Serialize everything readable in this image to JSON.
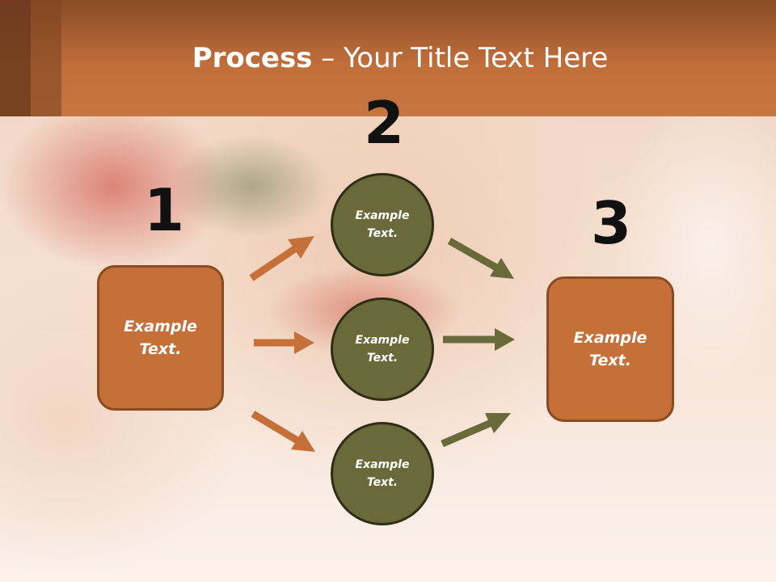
{
  "title": {
    "bold": "Process",
    "rest": " – Your Title Text Here"
  },
  "steps": {
    "one": "1",
    "two": "2",
    "three": "3"
  },
  "nodes": {
    "left": [
      "Example",
      "Text."
    ],
    "top": [
      "Example",
      "Text."
    ],
    "middle": [
      "Example",
      "Text."
    ],
    "bottom": [
      "Example",
      "Text."
    ],
    "right": [
      "Example",
      "Text."
    ]
  },
  "colors": {
    "header": "#c06e3a",
    "box_fill": "#c56f39",
    "circle_fill": "#69693a",
    "arrow_orange": "#c56f39",
    "arrow_olive": "#69693a"
  }
}
